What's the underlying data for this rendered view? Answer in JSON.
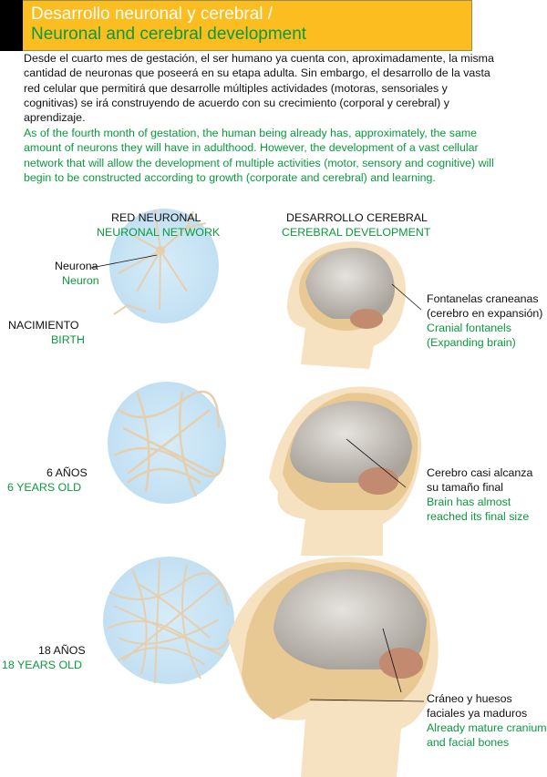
{
  "header": {
    "title_es": "Desarrollo neuronal y cerebral /",
    "title_en": "Neuronal and cerebral development",
    "colors": {
      "band": "#FBBD1F",
      "accent": "#0a9a3c"
    }
  },
  "intro": {
    "es": "Desde el cuarto mes de gestación, el ser humano ya cuenta con, aproximadamente, la misma cantidad de neuronas que poseerá en su etapa adulta. Sin embargo, el desarrollo de la vasta red celular que permitirá que desarrolle múltiples actividades (motoras, sensoriales y cognitivas) se irá construyendo de acuerdo con su crecimiento (corporal y cerebral) y aprendizaje.",
    "en": "As of the fourth month of gestation, the human being already has, approximately, the same amount of neurons they will have in adulthood. However, the development of a vast cellular network that will allow the development of multiple activities (motor, sensory and cognitive) will begin to be constructed according to growth (corporate and cerebral) and learning."
  },
  "columns": {
    "network_es": "RED NEURONAL",
    "network_en": "NEURONAL NETWORK",
    "brain_es": "DESARROLLO CEREBRAL",
    "brain_en": "CEREBRAL DEVELOPMENT"
  },
  "neuron": {
    "es": "Neurona",
    "en": "Neuron"
  },
  "stages": [
    {
      "age_es": "NACIMIENTO",
      "age_en": "BIRTH",
      "note_es": [
        "Fontanelas craneanas",
        "(cerebro en expansión)"
      ],
      "note_en": [
        "Cranial fontanels",
        "(Expanding brain)"
      ]
    },
    {
      "age_es": "6 AÑOS",
      "age_en": "6 YEARS OLD",
      "note_es": [
        "Cerebro casi alcanza",
        "su tamaño final"
      ],
      "note_en": [
        "Brain has almost",
        "reached its final size"
      ]
    },
    {
      "age_es": "18 AÑOS",
      "age_en": "18 YEARS OLD",
      "note_es": [
        "Cráneo y huesos",
        "faciales ya maduros"
      ],
      "note_en": [
        "Already mature cranium",
        "and facial bones"
      ]
    }
  ]
}
